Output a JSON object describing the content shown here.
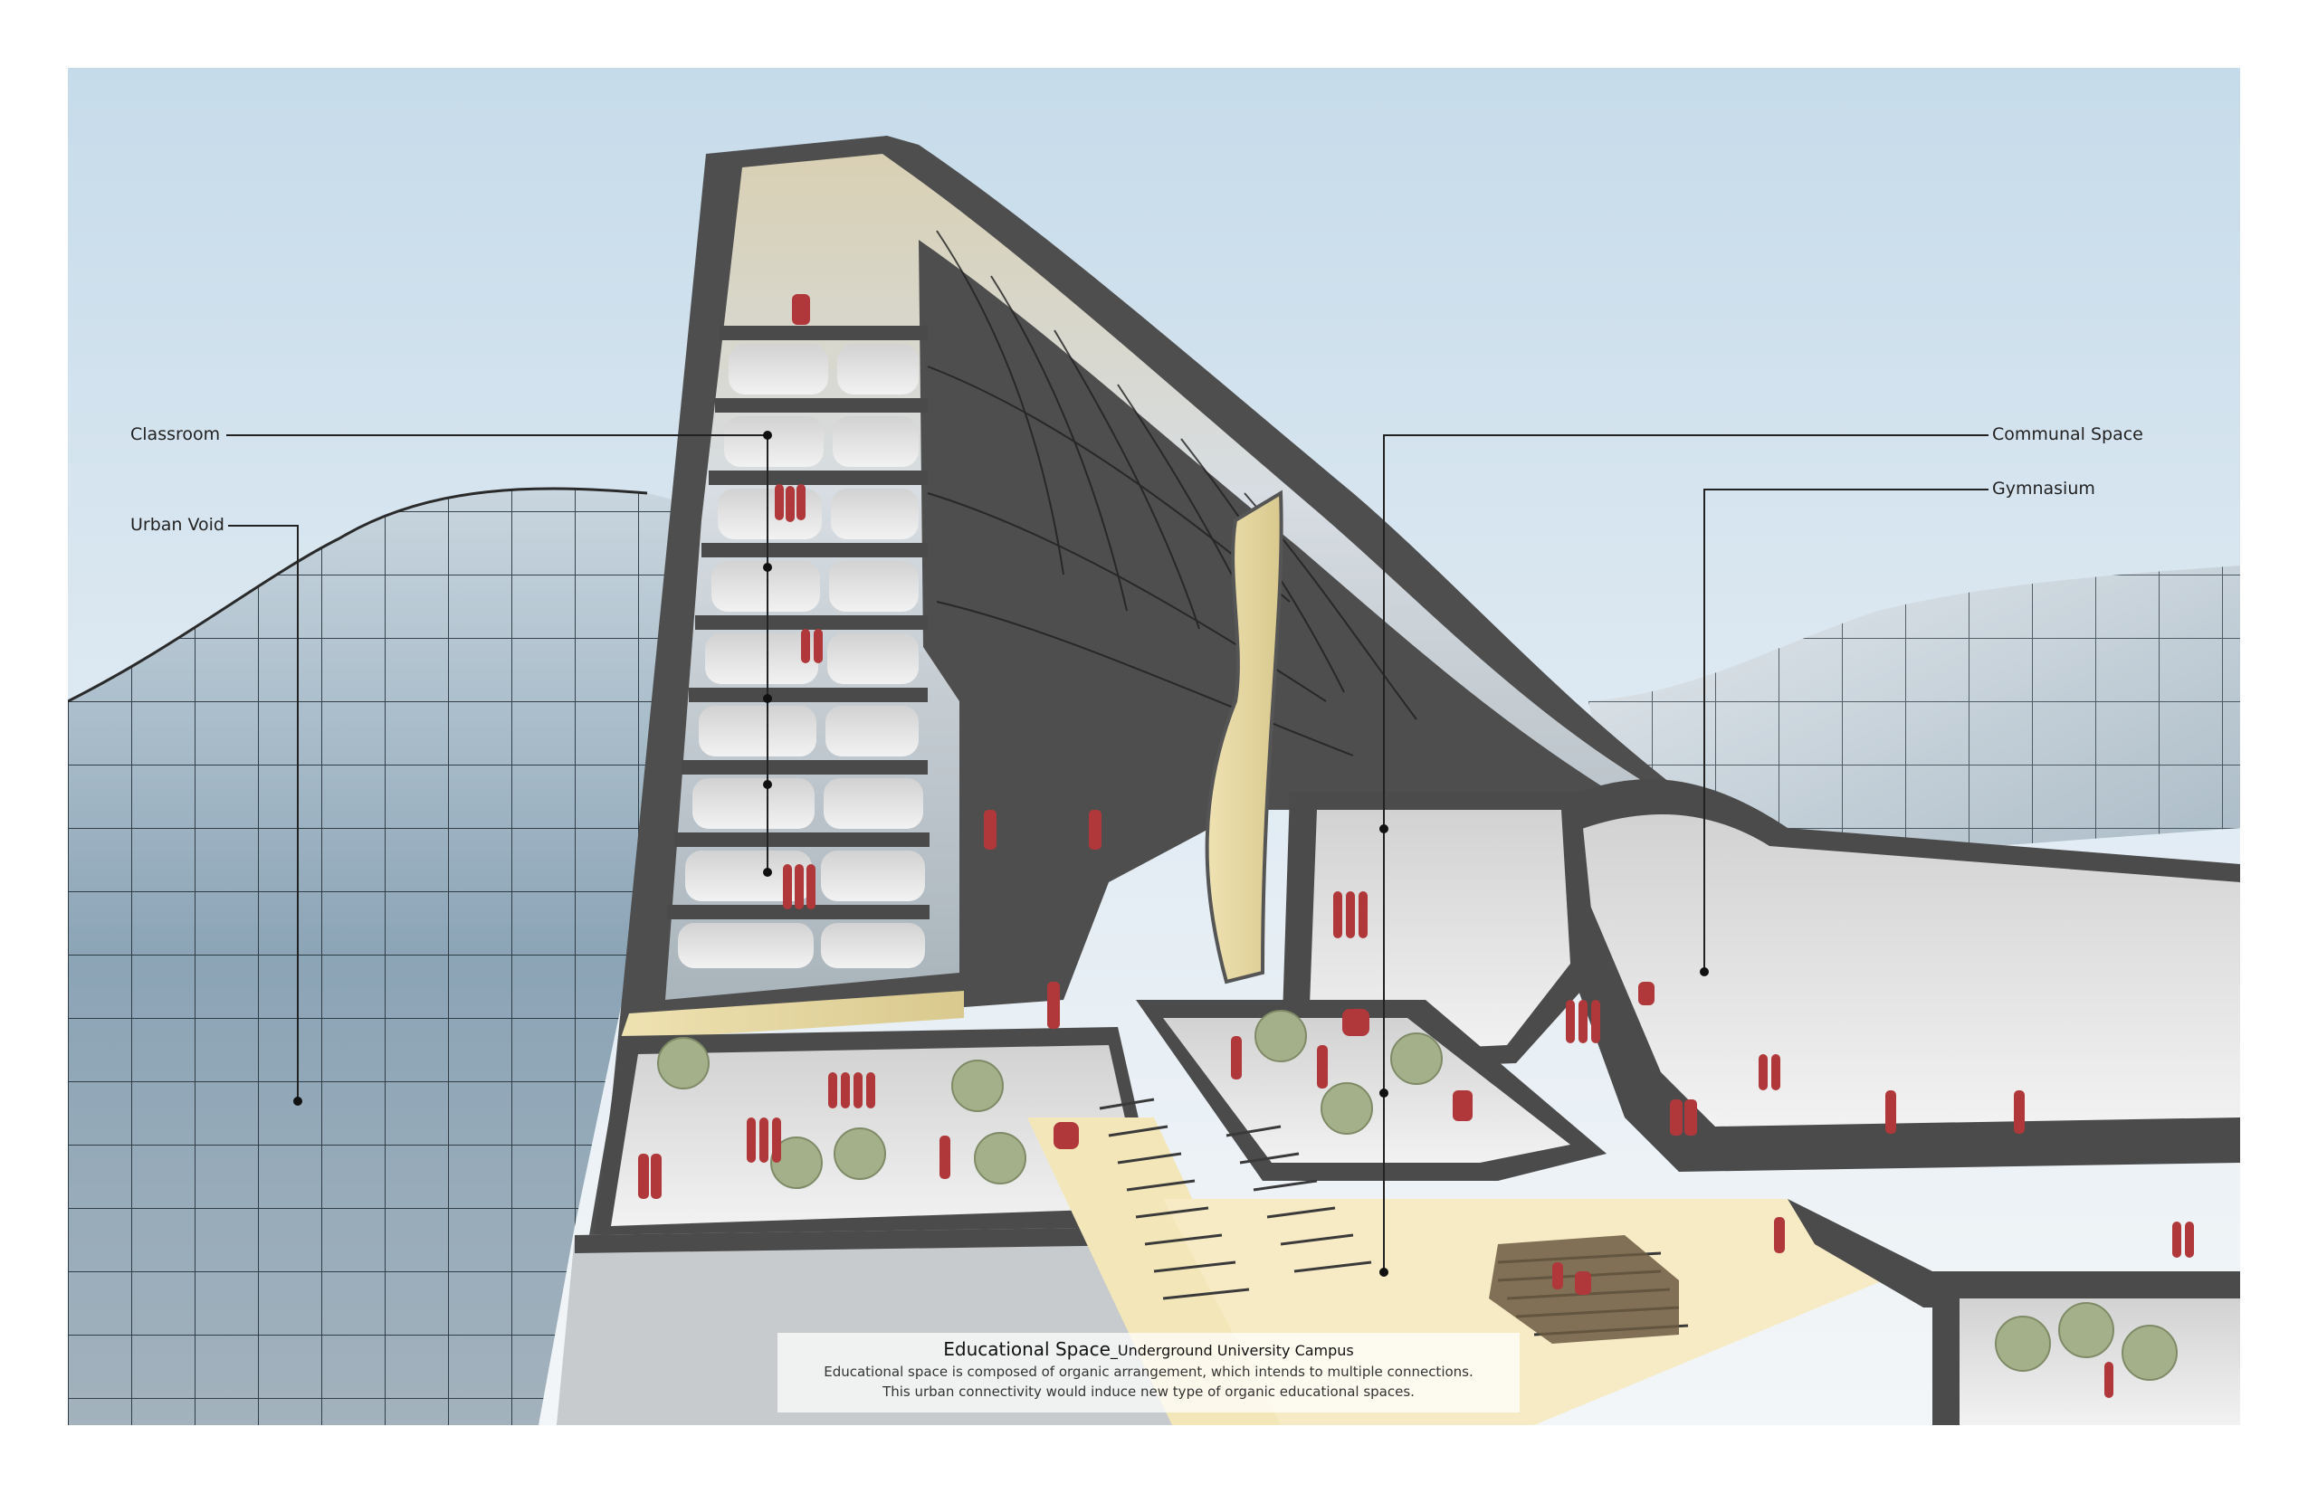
{
  "labels": {
    "classroom": "Classroom",
    "urban_void": "Urban Void",
    "communal_space": "Communal Space",
    "gymnasium": "Gymnasium"
  },
  "caption": {
    "title_main": "Educational Space",
    "title_sub": "_Underground University Campus",
    "line1": "Educational space is composed of organic arrangement, which intends to multiple connections.",
    "line2": "This urban connectivity would induce new type of organic educational spaces."
  },
  "colors": {
    "sky_top": "#c9dcea",
    "sky_bottom": "#eef3f7",
    "glass": "#8aa4b8",
    "structure": "#555555",
    "floor": "#e2e2e2",
    "warm_floor": "#f3e6b8",
    "people": "#b0383a",
    "tree": "#a2b088"
  }
}
